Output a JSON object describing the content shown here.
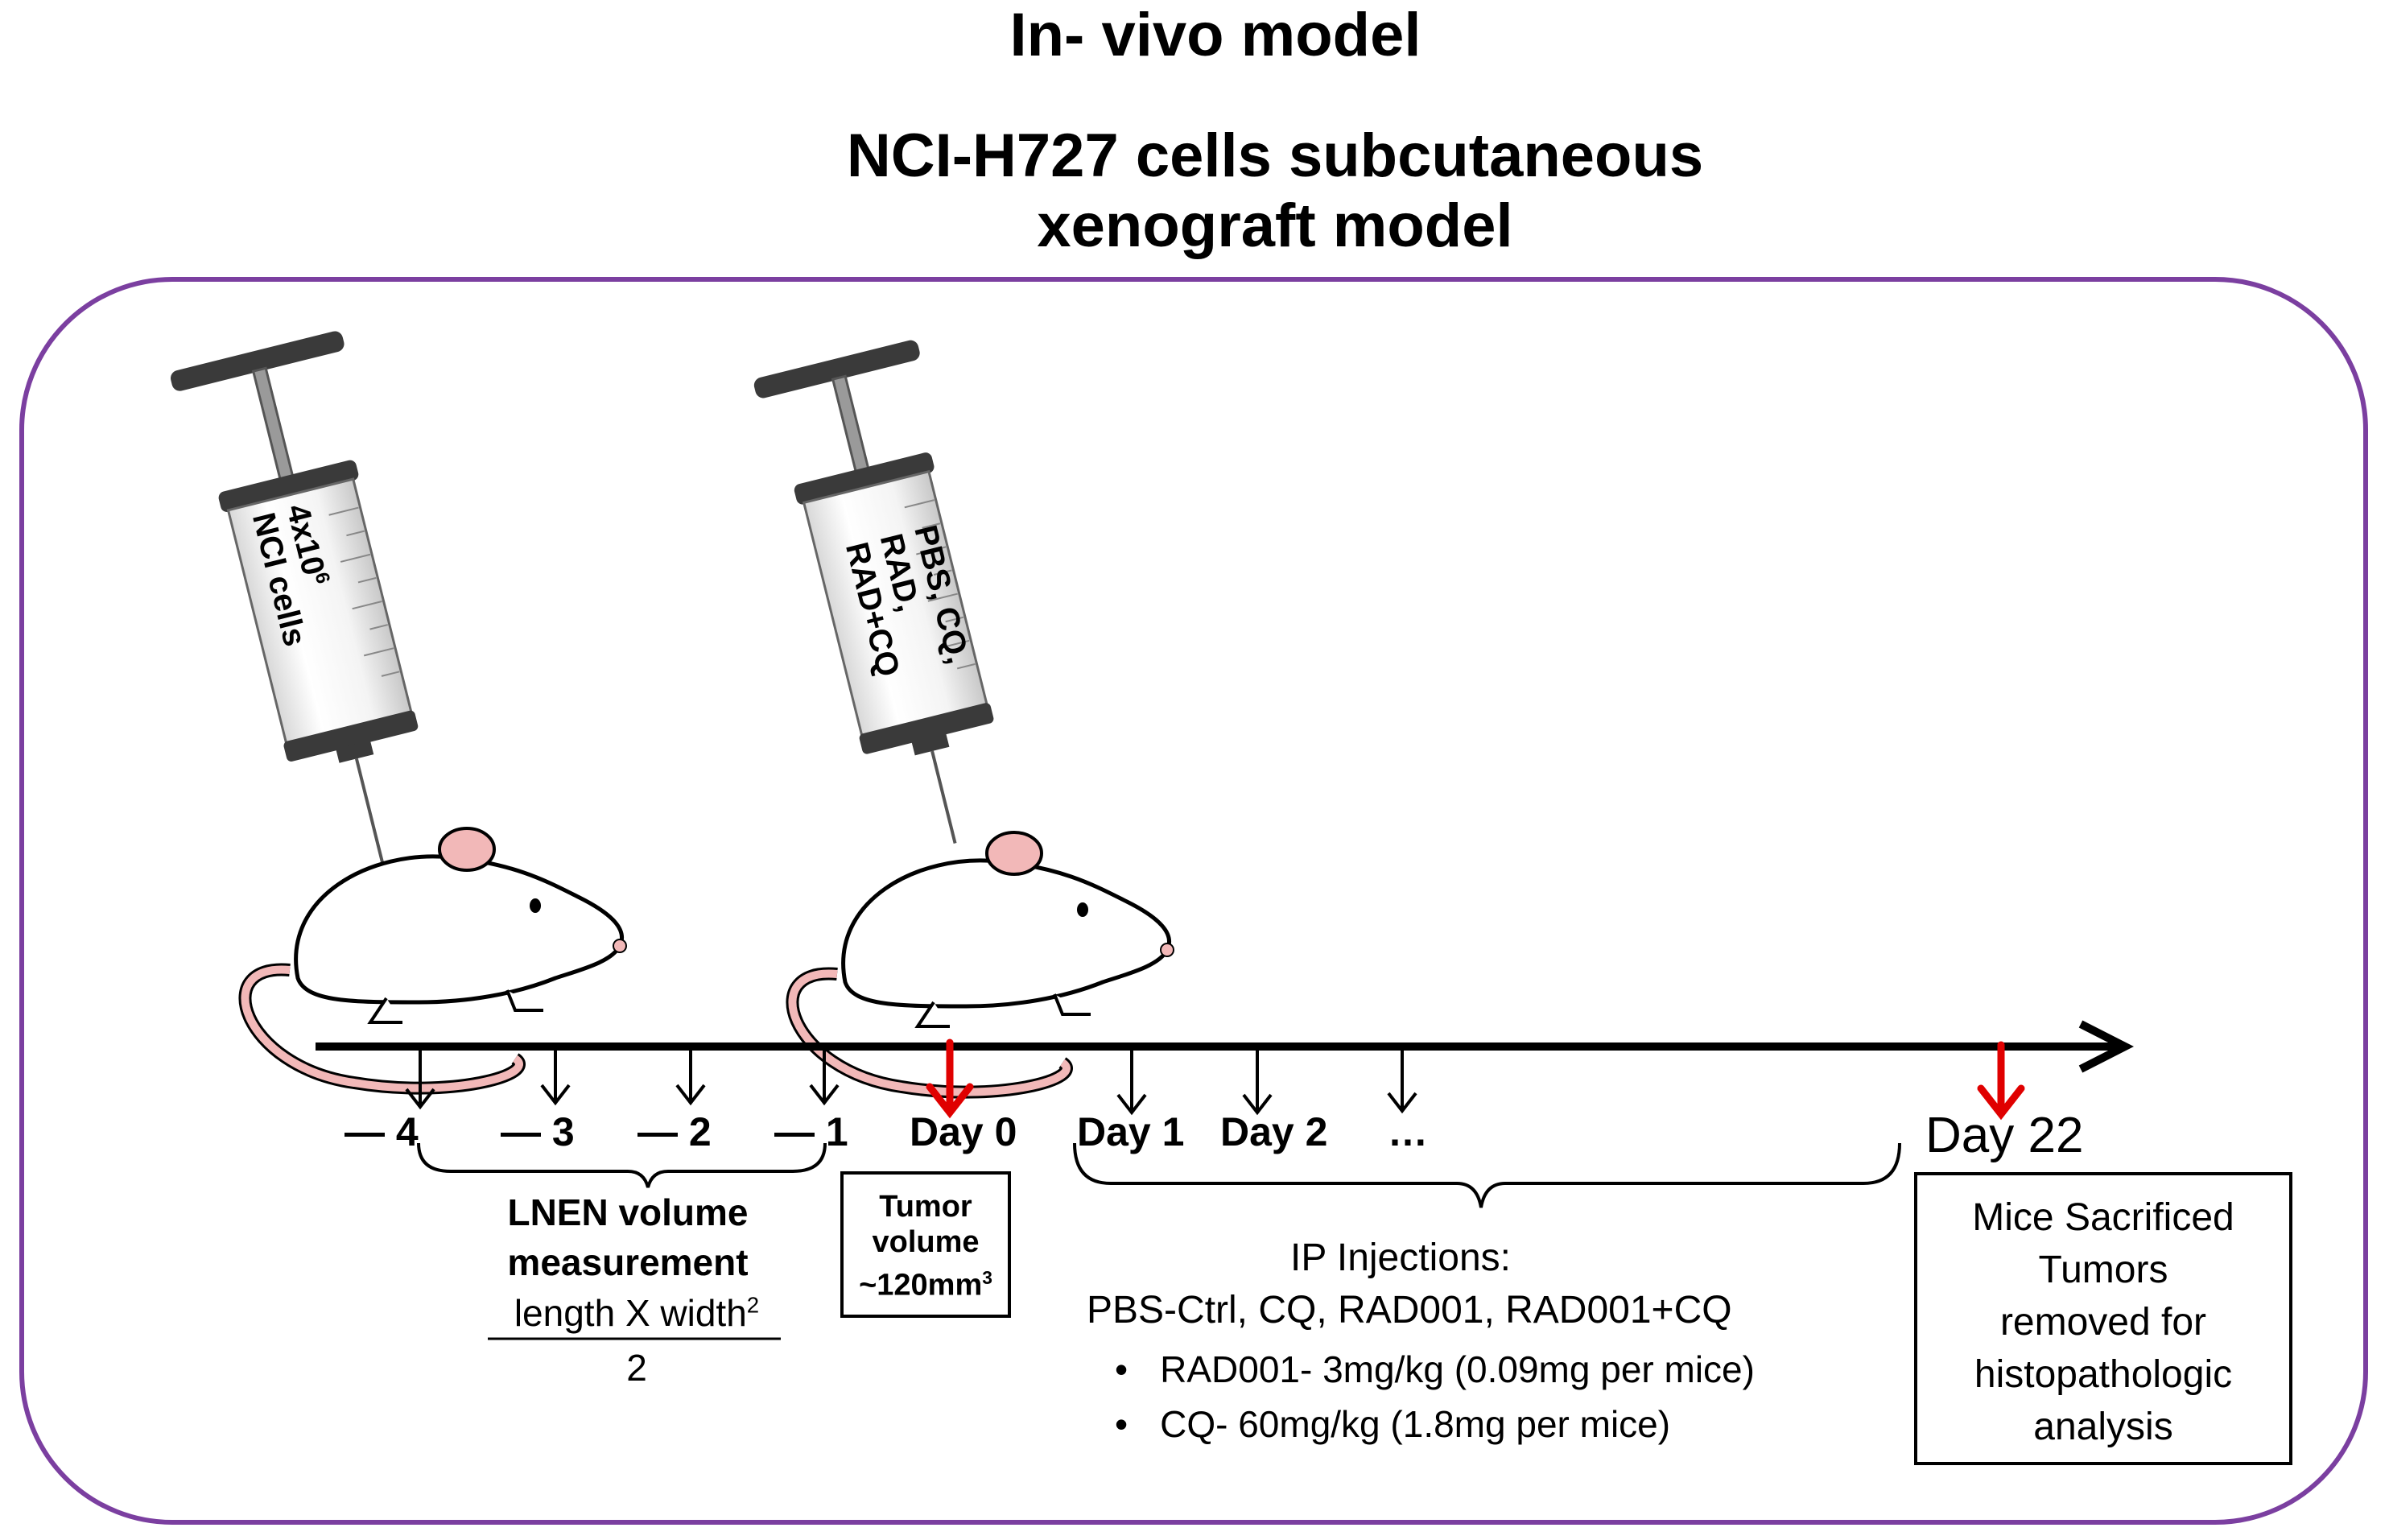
{
  "title": "In- vivo model",
  "subtitle": "NCI-H727 cells subcutaneous xenograft model",
  "syringe1": {
    "line1": "4x10",
    "sup": "6",
    "line2": "NCI cells"
  },
  "syringe2": {
    "line1": "PBS, CQ,",
    "line2": "RAD,",
    "line3": "RAD+CQ"
  },
  "timeline": {
    "ticks": [
      "— 4",
      "— 3",
      "— 2",
      "— 1",
      "Day 0",
      "Day 1",
      "Day 2",
      "…",
      "Day 22"
    ]
  },
  "measurement": {
    "line1": "LNEN volume",
    "line2": "measurement",
    "formula_num": "length X width",
    "formula_sup": "2",
    "formula_den": "2"
  },
  "tumor_box": {
    "line1": "Tumor",
    "line2": "volume",
    "line3": "~120mm",
    "sup": "3"
  },
  "injections": {
    "heading": "IP Injections:",
    "groups": "PBS-Ctrl, CQ, RAD001, RAD001+CQ",
    "bullets": [
      "RAD001- 3mg/kg  (0.09mg per mice)",
      "CQ- 60mg/kg (1.8mg per mice)"
    ]
  },
  "end_box": {
    "lines": [
      "Mice Sacrificed",
      "Tumors",
      "removed for",
      "histopathologic",
      "analysis"
    ]
  },
  "colors": {
    "frame": "#7b3fa0",
    "red_arrow": "#e00000",
    "mouse_pink": "#f2b8b8"
  }
}
